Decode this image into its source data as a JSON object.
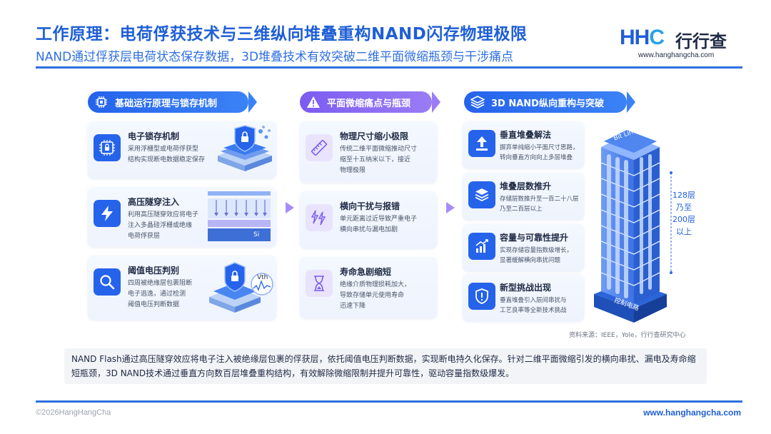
{
  "title": "工作原理：电荷俘获技术与三维纵向堆叠重构NAND闪存物理极限",
  "subtitle": "NAND通过俘获层电荷状态保存数据，3D堆叠技术有效突破二维平面微缩瓶颈与干涉痛点",
  "logo": {
    "mark": "HHC",
    "name": "行行查",
    "url": "www.hanghangcha.com"
  },
  "columns": [
    {
      "header": "基础运行原理与锁存机制",
      "cards": [
        {
          "title": "电子锁存机制",
          "desc": [
            "采用浮栅型或电荷俘获型",
            "结构实现断电数据稳定保存"
          ]
        },
        {
          "title": "高压隧穿注入",
          "desc": [
            "利用高压隧穿效应将电子",
            "注入多晶硅浮栅或绝缘",
            "电荷俘获层"
          ],
          "chip_label": "Si"
        },
        {
          "title": "阈值电压判别",
          "desc": [
            "四周被绝缘层包裹阻断",
            "电子逃逸，通过检测",
            "阈值电压判断数据"
          ],
          "vth_label": "Vth"
        }
      ]
    },
    {
      "header": "平面微缩痛点与瓶颈",
      "cards": [
        {
          "title": "物理尺寸缩小极限",
          "desc": [
            "传统二维平面微缩推动尺寸",
            "缩至十五纳米以下，接近",
            "物理极限"
          ]
        },
        {
          "title": "横向干扰与报错",
          "desc": [
            "单元距离过近导致严重电子",
            "横向串扰与漏电加剧"
          ]
        },
        {
          "title": "寿命急剧缩短",
          "desc": [
            "绝缘介质物理损耗加大，",
            "导致存储单元使用寿命",
            "迅速下降"
          ]
        }
      ]
    },
    {
      "header": "3D NAND纵向重构与突破",
      "cards": [
        {
          "title": "垂直堆叠解法",
          "desc": [
            "摒弃单纯缩小平面尺寸思路，",
            "转向垂直方向向上多层堆叠"
          ]
        },
        {
          "title": "堆叠层数推升",
          "desc": [
            "存储层数推升至一百二十八层",
            "乃至二百层以上"
          ]
        },
        {
          "title": "容量与可靠性提升",
          "desc": [
            "实现存储容量指数级增长，",
            "显著缓解横向串扰问题"
          ]
        },
        {
          "title": "新型挑战出现",
          "desc": [
            "垂直堆叠引入层间串扰与",
            "工艺良率等全新技术挑战"
          ]
        }
      ]
    }
  ],
  "tower": {
    "top_label": "Bit Line",
    "base_label": "控制电路",
    "layers": [
      "128层",
      "乃至",
      "200层",
      "以上"
    ]
  },
  "source": "资料来源：IEEE，Yole，行行查研究中心",
  "summary": "NAND Flash通过高压隧穿效应将电子注入被绝缘层包裹的俘获层，依托阈值电压判断数据，实现断电持久化保存。针对二维平面微缩引发的横向串扰、漏电及寿命缩短瓶颈，3D NAND技术通过垂直方向数百层堆叠重构结构，有效解除微缩限制并提升可靠性，驱动容量指数级爆发。",
  "copyright": "©2026HangHangCha",
  "footer_url": "www.hanghangcha.com"
}
